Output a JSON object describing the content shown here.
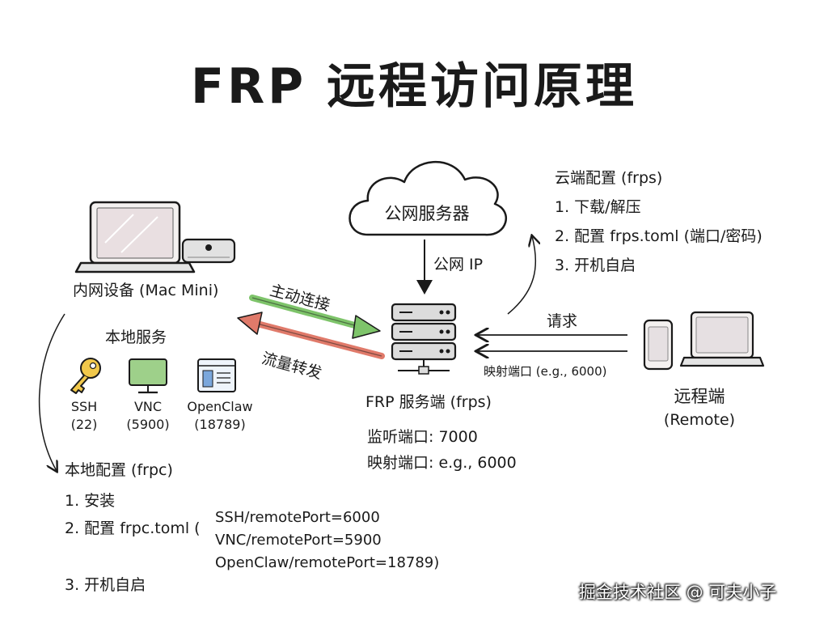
{
  "title": "FRP 远程访问原理",
  "cloud": {
    "label": "公网服务器",
    "arrow_label": "公网 IP"
  },
  "cloud_config": {
    "heading": "云端配置 (frps)",
    "steps": [
      "1. 下载/解压",
      "2. 配置 frps.toml (端口/密码)",
      "3. 开机自启"
    ]
  },
  "local_device": {
    "label": "内网设备 (Mac Mini)"
  },
  "links": {
    "active_connect": "主动连接",
    "traffic_forward": "流量转发",
    "request": "请求",
    "mapped_port": "映射端口 (e.g., 6000)"
  },
  "local_services": {
    "heading": "本地服务",
    "items": [
      {
        "name": "SSH",
        "port": "(22)",
        "icon": "key-icon"
      },
      {
        "name": "VNC",
        "port": "(5900)",
        "icon": "monitor-icon"
      },
      {
        "name": "OpenClaw",
        "port": "(18789)",
        "icon": "app-window-icon"
      }
    ]
  },
  "server": {
    "label": "FRP 服务端 (frps)",
    "details": [
      "监听端口: 7000",
      "映射端口: e.g., 6000"
    ]
  },
  "remote": {
    "label": "远程端",
    "sublabel": "(Remote)"
  },
  "local_config": {
    "heading": "本地配置 (frpc)",
    "step1": "1. 安装",
    "step2": "2. 配置 frpc.toml (",
    "step2_lines": [
      "SSH/remotePort=6000",
      "VNC/remotePort=5900",
      "OpenClaw/remotePort=18789)"
    ],
    "step3": "3. 开机自启"
  },
  "watermark": "掘金技术社区 @ 可夫小子",
  "colors": {
    "green_arrow": "#7ec46a",
    "red_arrow": "#e07a6a",
    "line": "#1a1a1a"
  }
}
